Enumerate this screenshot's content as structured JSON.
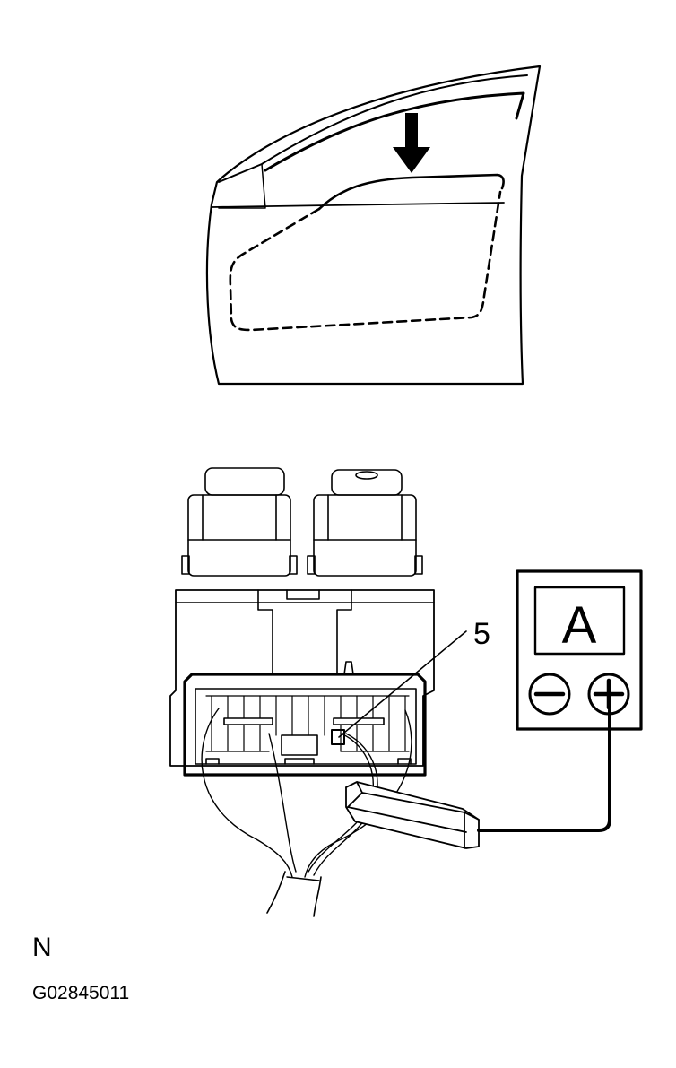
{
  "diagram": {
    "terminal_callout": "5",
    "ammeter_symbol": "A",
    "negative_symbol": "−",
    "positive_symbol": "+"
  },
  "footer": {
    "corner_letter": "N",
    "figure_code": "G02845011"
  }
}
